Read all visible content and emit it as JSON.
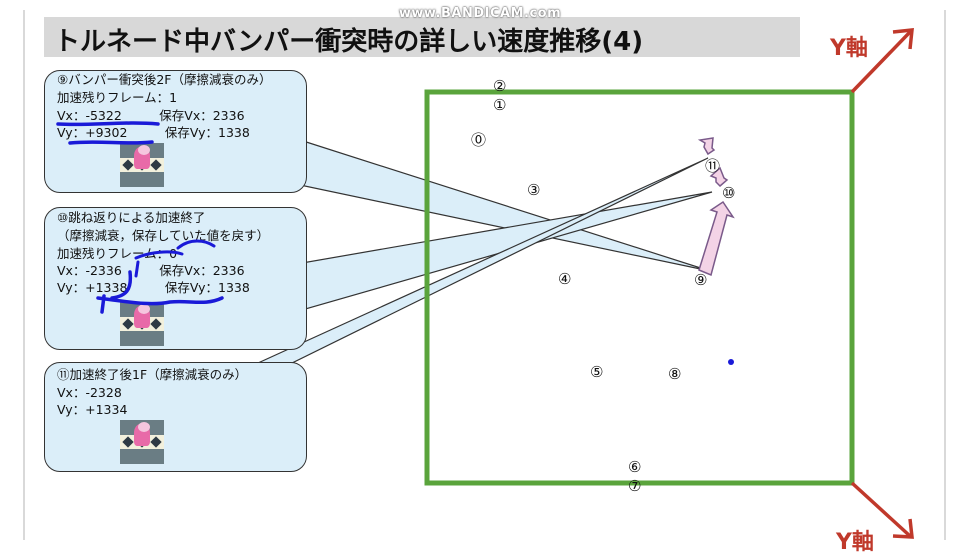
{
  "watermark": "www.BANDICAM.com",
  "title": "トルネード中バンパー衝突時の詳しい速度推移(4)",
  "axes": {
    "y_axis_top": "Y軸",
    "y_axis_bottom": "Y軸"
  },
  "callouts": {
    "c9": {
      "line1": "⑨バンパー衝突後2F（摩擦減衰のみ）",
      "line2": "加速残りフレーム：1",
      "line3": "Vx：-5322　　　保存Vx：2336",
      "line4": "Vy：+9302　　　保存Vy：1338"
    },
    "c10": {
      "line1": "⑩跳ね返りによる加速終了",
      "line2": "（摩擦減衰，保存していた値を戻す）",
      "line3": "加速残りフレーム：0",
      "line4": "Vx：-2336　　　保存Vx：2336",
      "line5": "Vy：+1338　　　保存Vy：1338"
    },
    "c11": {
      "line1": "⑪加速終了後1F（摩擦減衰のみ）",
      "line2": "Vx：-2328",
      "line3": "Vy：+1334"
    }
  },
  "points": {
    "p0": "⓪",
    "p1": "①",
    "p2": "②",
    "p3": "③",
    "p4": "④",
    "p5": "⑤",
    "p6": "⑥",
    "p7": "⑦",
    "p8": "⑧",
    "p9": "⑨",
    "p10": "⑩",
    "p11": "⑪"
  },
  "colors": {
    "box_border": "#5aa43c",
    "axis_arrow": "#c0392b",
    "callout_fill": "#dbeef9",
    "vector_arrow_fill": "#f3d3e6",
    "vector_arrow_stroke": "#7a5a8a",
    "pen_annotation": "#1a1ad8"
  }
}
